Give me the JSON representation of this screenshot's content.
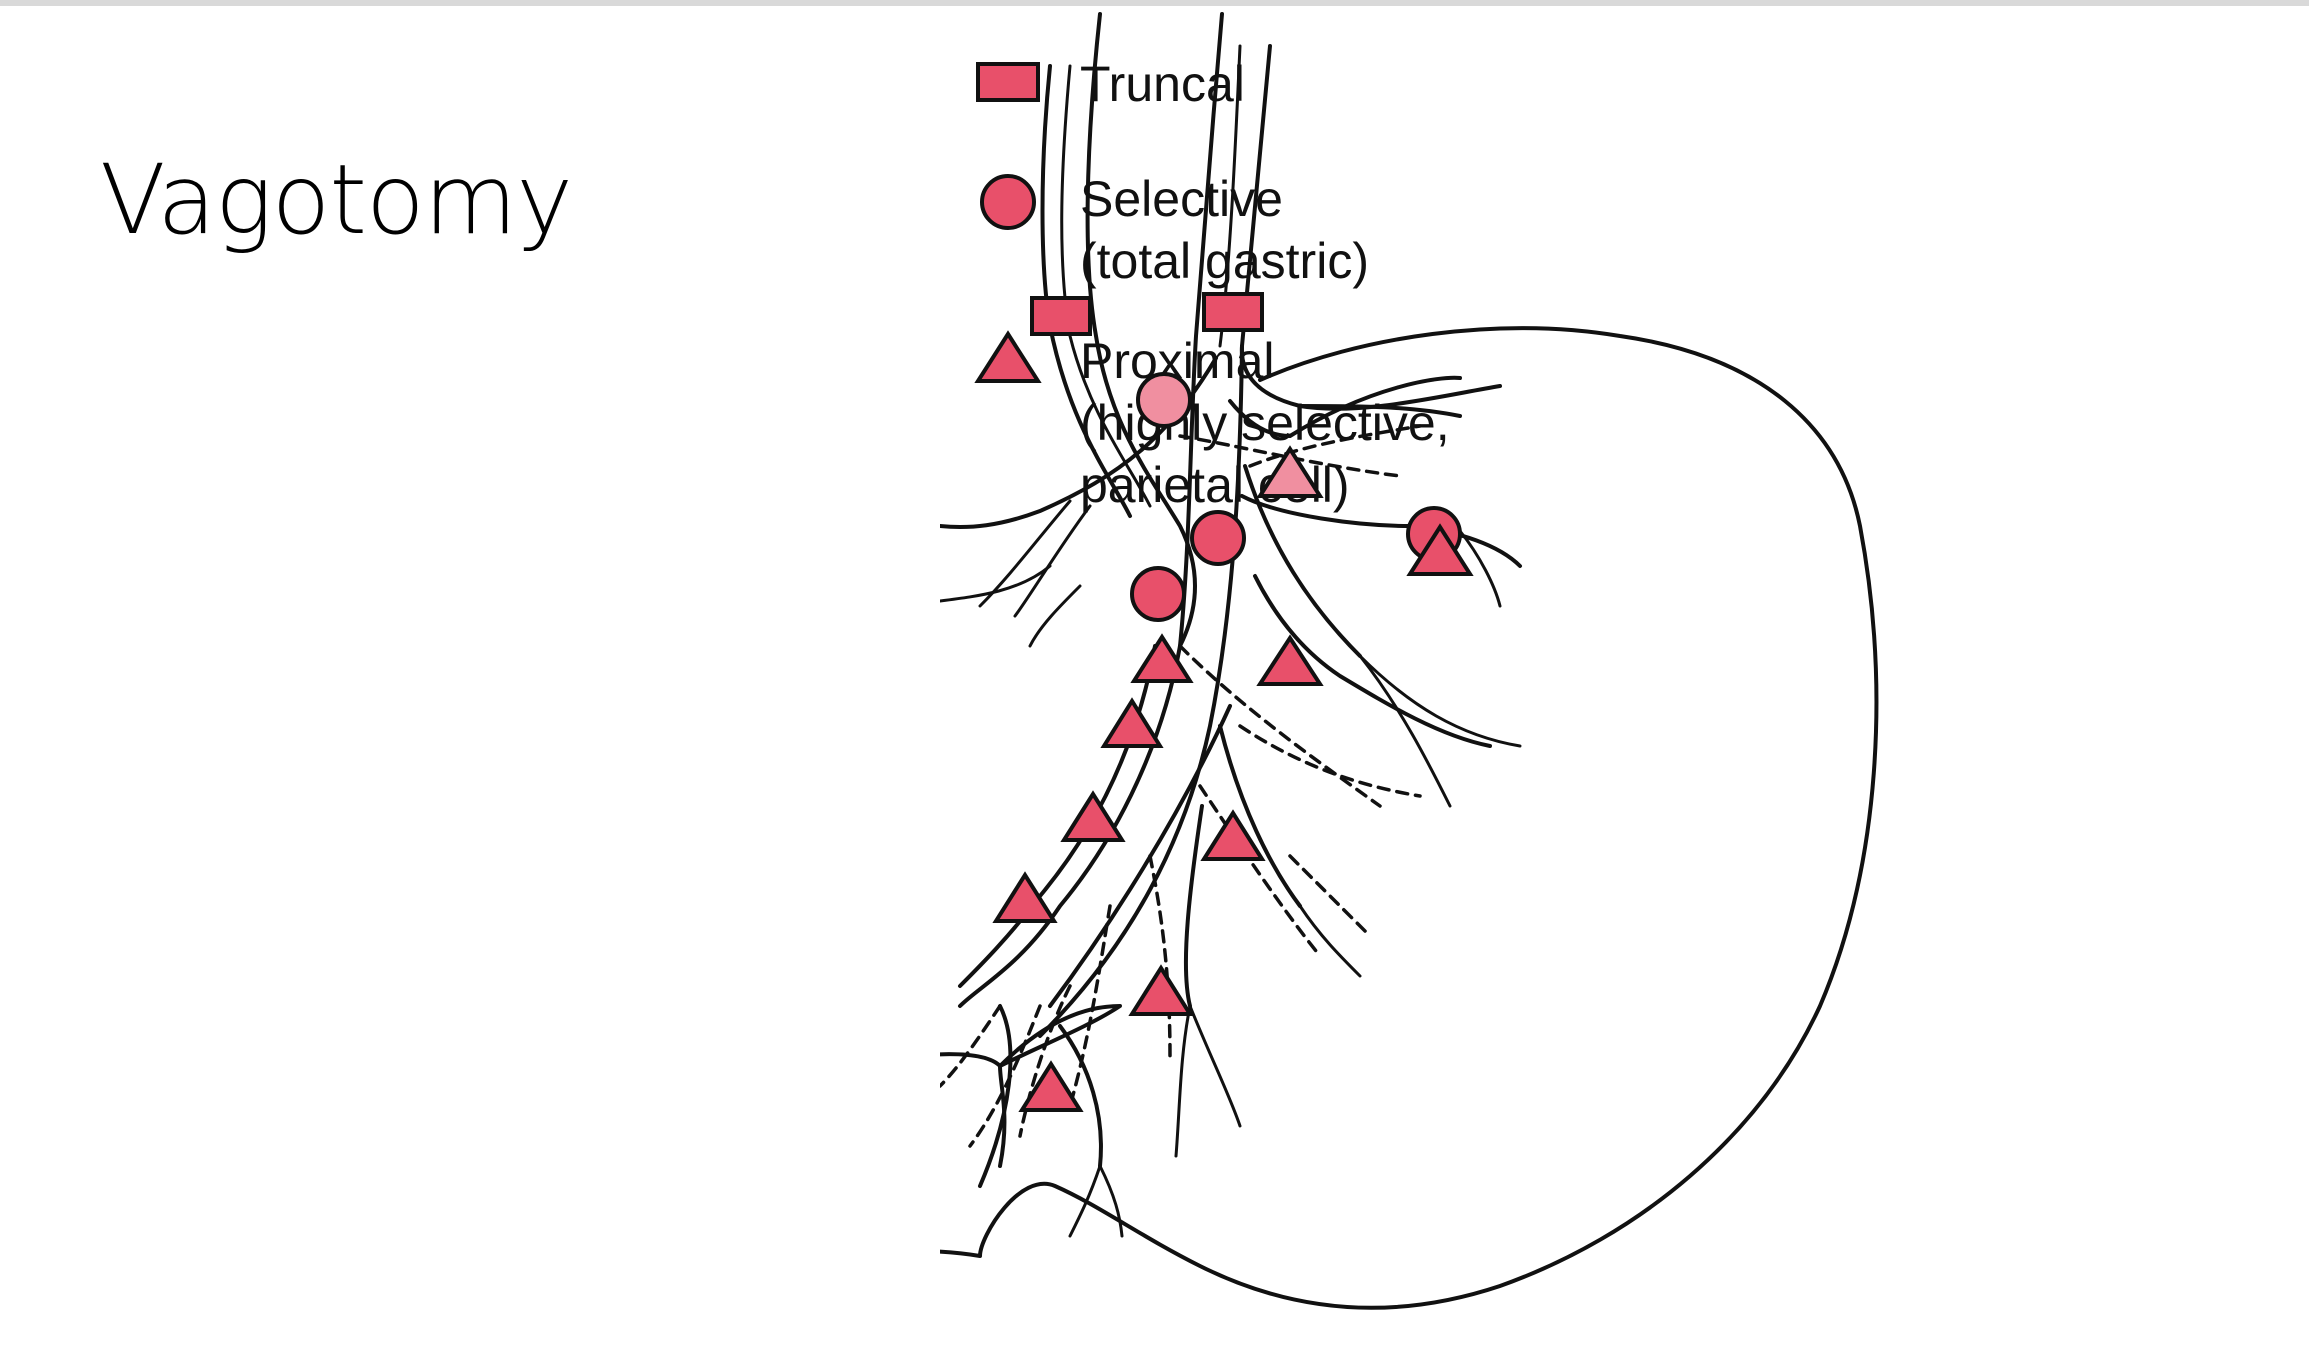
{
  "slide": {
    "title": "Vagotomy"
  },
  "legend": [
    {
      "shape": "square-icon",
      "lines": [
        "Truncal"
      ]
    },
    {
      "shape": "circle-icon",
      "lines": [
        "Selective",
        "(total gastric)"
      ]
    },
    {
      "shape": "triangle-icon",
      "lines": [
        "Proximal",
        "(highly selective,",
        "parietal cell)"
      ]
    }
  ],
  "colors": {
    "marker_fill": "#e8506a",
    "marker_fill_light": "#f08fa0",
    "line": "#111111",
    "background": "#ffffff"
  }
}
